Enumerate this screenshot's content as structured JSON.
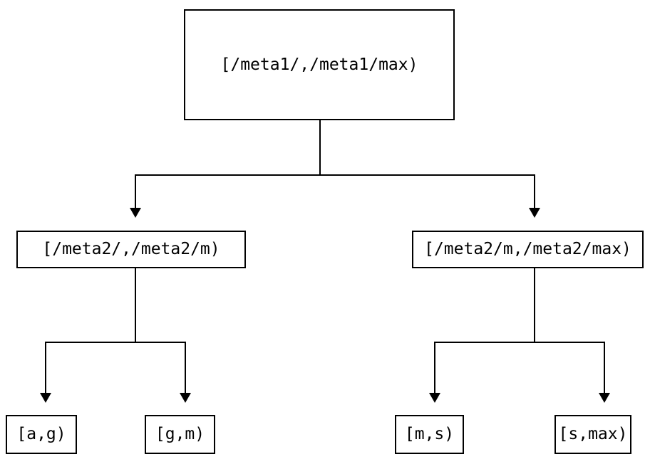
{
  "diagram": {
    "type": "interval-partition-tree",
    "background_color": "#ffffff",
    "line_color": "#000000",
    "text_color": "#000000",
    "nodes": {
      "root": {
        "label": "[/meta1/,/meta1/max)"
      },
      "left": {
        "label": "[/meta2/,/meta2/m)"
      },
      "right": {
        "label": "[/meta2/m,/meta2/max)"
      },
      "leaf_ag": {
        "label": "[a,g)"
      },
      "leaf_gm": {
        "label": "[g,m)"
      },
      "leaf_ms": {
        "label": "[m,s)"
      },
      "leaf_smax": {
        "label": "[s,max)"
      }
    },
    "edges": [
      {
        "from": "root",
        "to": "left"
      },
      {
        "from": "root",
        "to": "right"
      },
      {
        "from": "left",
        "to": "leaf_ag"
      },
      {
        "from": "left",
        "to": "leaf_gm"
      },
      {
        "from": "right",
        "to": "leaf_ms"
      },
      {
        "from": "right",
        "to": "leaf_smax"
      }
    ]
  }
}
